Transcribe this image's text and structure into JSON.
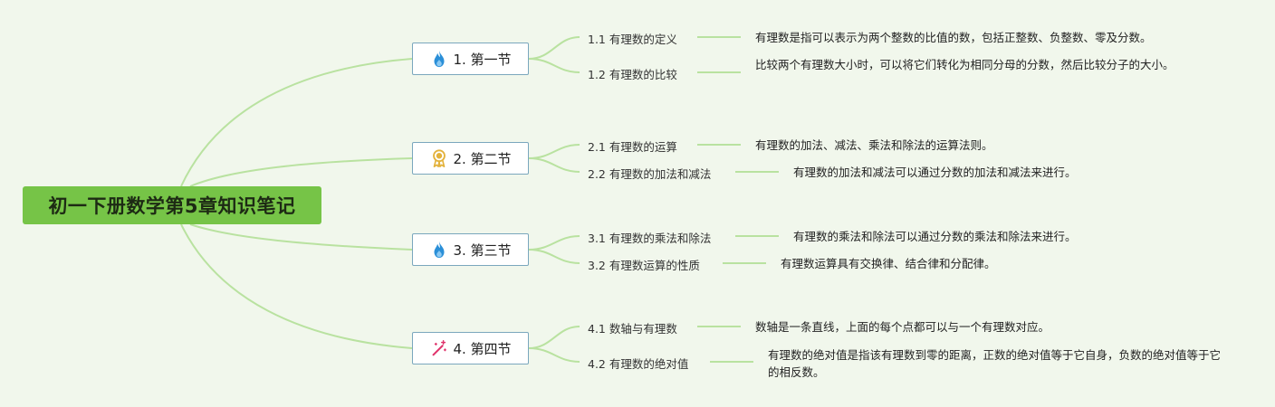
{
  "root": {
    "title": "初一下册数学第5章知识笔记"
  },
  "sections": [
    {
      "label": "1. 第一节",
      "icon": "flame-icon",
      "icon_color": "#2a8fd8",
      "items": [
        {
          "label": "1.1 有理数的定义",
          "desc": "有理数是指可以表示为两个整数的比值的数，包括正整数、负整数、零及分数。"
        },
        {
          "label": "1.2 有理数的比较",
          "desc": "比较两个有理数大小时，可以将它们转化为相同分母的分数，然后比较分子的大小。"
        }
      ]
    },
    {
      "label": "2. 第二节",
      "icon": "medal-icon",
      "icon_color": "#e3b23c",
      "items": [
        {
          "label": "2.1 有理数的运算",
          "desc": "有理数的加法、减法、乘法和除法的运算法则。"
        },
        {
          "label": "2.2 有理数的加法和减法",
          "desc": "有理数的加法和减法可以通过分数的加法和减法来进行。"
        }
      ]
    },
    {
      "label": "3. 第三节",
      "icon": "flame-icon",
      "icon_color": "#2a8fd8",
      "items": [
        {
          "label": "3.1 有理数的乘法和除法",
          "desc": "有理数的乘法和除法可以通过分数的乘法和除法来进行。"
        },
        {
          "label": "3.2 有理数运算的性质",
          "desc": "有理数运算具有交换律、结合律和分配律。"
        }
      ]
    },
    {
      "label": "4. 第四节",
      "icon": "magic-wand-icon",
      "icon_color": "#e0336b",
      "items": [
        {
          "label": "4.1 数轴与有理数",
          "desc": "数轴是一条直线，上面的每个点都可以与一个有理数对应。"
        },
        {
          "label": "4.2 有理数的绝对值",
          "desc": "有理数的绝对值是指该有理数到零的距离，正数的绝对值等于它自身，负数的绝对值等于它的相反数。"
        }
      ]
    }
  ],
  "colors": {
    "branch": "#b9e2a0",
    "background": "#f1f7ec",
    "root_fill": "#76c447",
    "node_border": "#7aa7bd"
  }
}
